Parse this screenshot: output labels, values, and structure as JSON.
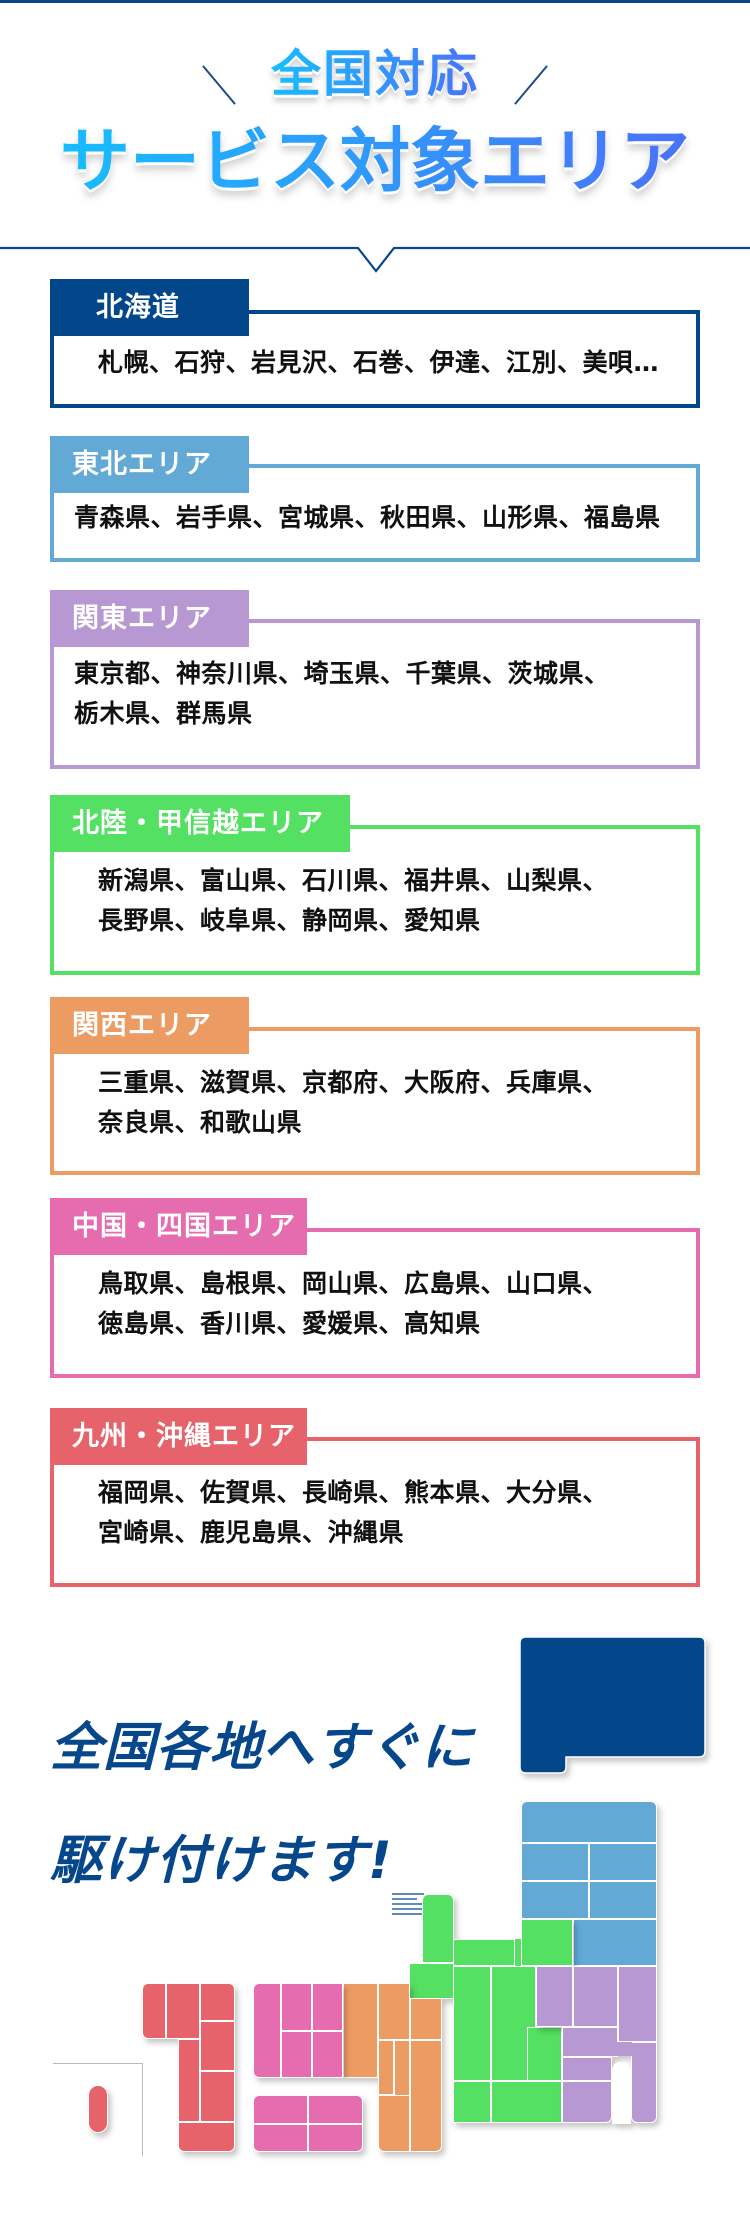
{
  "header": {
    "subtitle": "全国対応",
    "title": "サービス対象エリア"
  },
  "colors": {
    "navy": "#05478a",
    "hokkaido": "#03478a",
    "tohoku": "#62a9d5",
    "kanto": "#b898d3",
    "hokuriku_koshinetsu": "#54e063",
    "kansai": "#ec9c63",
    "chugoku_shikoku": "#e66cb0",
    "kyushu_okinawa": "#e6636b",
    "title_gradient_start": "#17bdfd",
    "title_gradient_end": "#4a72f7",
    "highlight_yellow": "#fff100"
  },
  "areas": [
    {
      "name": "北海道",
      "color": "#03478a",
      "lines": [
        "札幌、石狩、岩見沢、石巻、伊達、江別、美唄…"
      ]
    },
    {
      "name": "東北エリア",
      "color": "#62a9d5",
      "lines": [
        "青森県、岩手県、宮城県、秋田県、山形県、福島県"
      ]
    },
    {
      "name": "関東エリア",
      "color": "#b898d3",
      "lines": [
        "東京都、神奈川県、埼玉県、千葉県、茨城県、",
        "栃木県、群馬県"
      ]
    },
    {
      "name": "北陸・甲信越エリア",
      "color": "#54e063",
      "lines": [
        "新潟県、富山県、石川県、福井県、山梨県、",
        "長野県、岐阜県、静岡県、愛知県"
      ]
    },
    {
      "name": "関西エリア",
      "color": "#ec9c63",
      "lines": [
        "三重県、滋賀県、京都府、大阪府、兵庫県、",
        "奈良県、和歌山県"
      ]
    },
    {
      "name": "中国・四国エリア",
      "color": "#e66cb0",
      "lines": [
        "鳥取県、島根県、岡山県、広島県、山口県、",
        "徳島県、香川県、愛媛県、高知県"
      ]
    },
    {
      "name": "九州・沖縄エリア",
      "color": "#e6636b",
      "lines": [
        "福岡県、佐賀県、長崎県、熊本県、大分県、",
        "宮崎県、鹿児島県、沖縄県"
      ]
    }
  ],
  "tagline": {
    "line1": "全国各地へすぐに",
    "line2": "駆け付けます!"
  },
  "map": {
    "label": "japan-region-map"
  }
}
